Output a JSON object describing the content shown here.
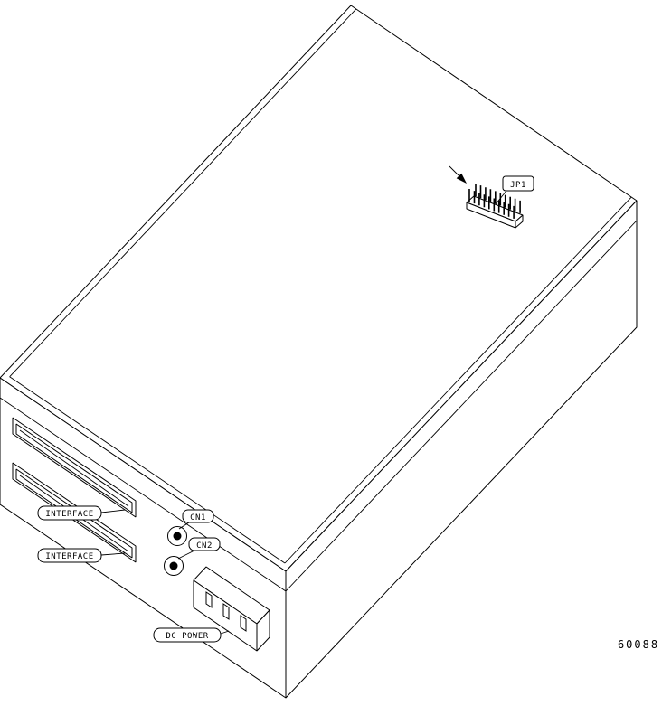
{
  "figure": {
    "number": "60088"
  },
  "callouts": {
    "jp1": "JP1",
    "interface_upper": "INTERFACE",
    "interface_lower": "INTERFACE",
    "cn1": "CN1",
    "cn2": "CN2",
    "dc_power": "DC POWER"
  },
  "colors": {
    "line": "#000000",
    "background": "#ffffff"
  }
}
